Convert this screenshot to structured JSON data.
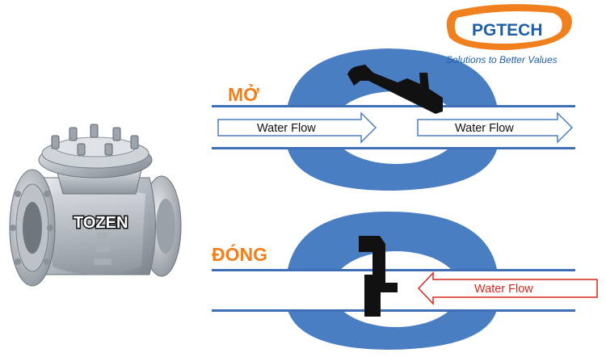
{
  "brand": {
    "name": "PGTECH",
    "tagline": "Solutions to Better Values",
    "colors": {
      "orange": "#f07f1e",
      "blue": "#1d5fa8"
    }
  },
  "product": {
    "maker_mark": "TOZEN",
    "image": "stainless-steel-swing-check-valve"
  },
  "states": [
    {
      "label": "MỞ",
      "flow_in_label": "Water Flow",
      "flow_out_label": "Water Flow"
    },
    {
      "label": "ĐÓNG",
      "flow_label": "Water Flow"
    }
  ],
  "colors": {
    "valve_body": "#4a7ec2",
    "pipe_line": "#3e6fb7",
    "label": "#f07f1e",
    "disc": "#111111",
    "reverse_arrow": "#d9261c",
    "forward_arrow": "#4a7ec2"
  }
}
